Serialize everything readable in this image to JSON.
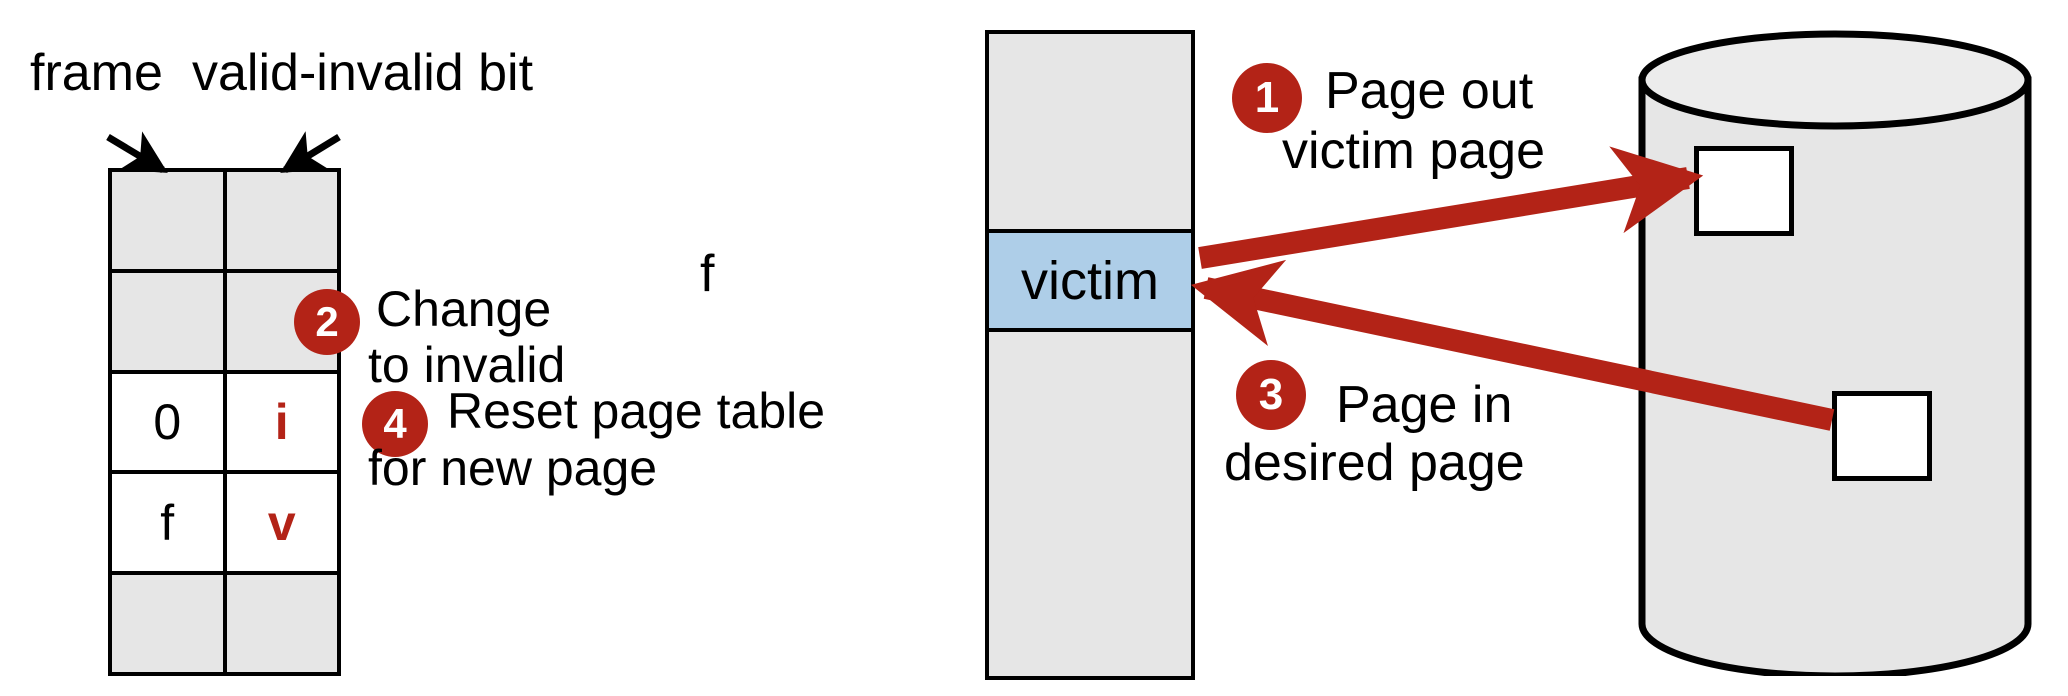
{
  "diagram": {
    "title": "Page replacement (page out victim / page in desired page)",
    "accent_red": "#b32317",
    "cell_gray": "#e6e6e6",
    "victim_blue": "#aecee8"
  },
  "labels": {
    "frame": "frame",
    "valid_invalid_bit": "valid-invalid bit",
    "frame_f": "f"
  },
  "page_table": {
    "rows": [
      {
        "frame": "",
        "bit": "",
        "style": "gray"
      },
      {
        "frame": "",
        "bit": "",
        "style": "gray"
      },
      {
        "frame": "0",
        "bit": "i",
        "style": "white"
      },
      {
        "frame": "f",
        "bit": "v",
        "style": "white"
      },
      {
        "frame": "",
        "bit": "",
        "style": "gray"
      }
    ]
  },
  "memory": {
    "victim_label": "victim"
  },
  "steps": [
    {
      "number": "1",
      "line1": "Page out",
      "line2": "victim page"
    },
    {
      "number": "2",
      "line1": "Change",
      "line2": "to invalid"
    },
    {
      "number": "3",
      "line1": "Page in",
      "line2": "desired page"
    },
    {
      "number": "4",
      "line1": "Reset page table",
      "line2": "for new page"
    }
  ],
  "icons": {
    "frame_pointer": "arrow-down-icon",
    "bit_pointer": "arrow-down-icon",
    "page_out": "arrow-right-icon",
    "page_in": "arrow-left-icon",
    "disk": "disk-cylinder-icon",
    "disk_block_top": "disk-block-icon",
    "disk_block_bottom": "disk-block-icon"
  }
}
